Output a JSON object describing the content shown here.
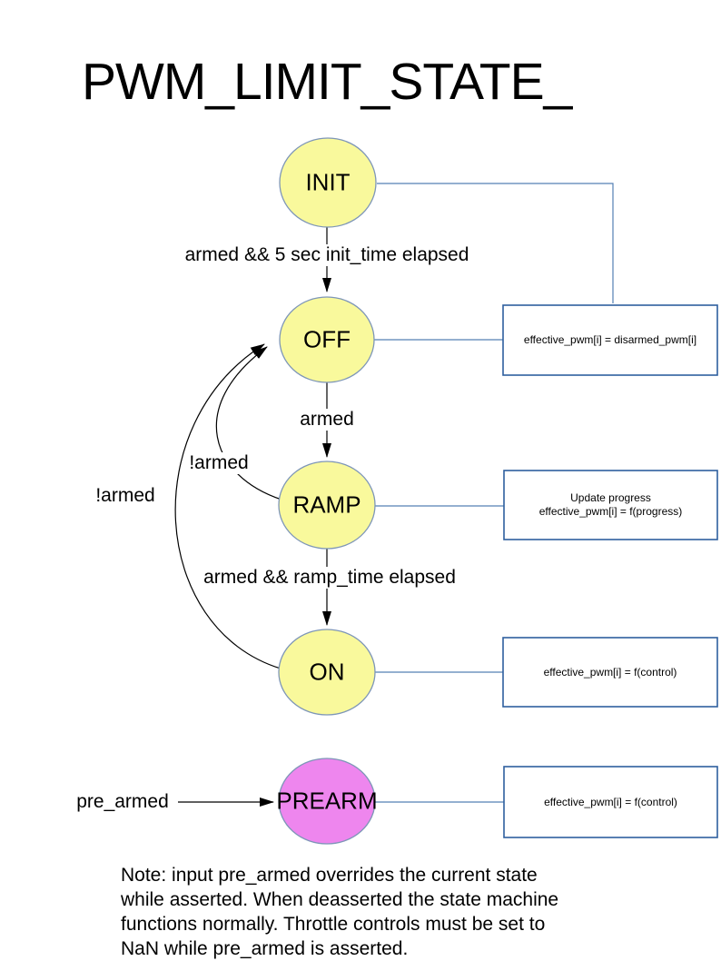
{
  "title": "PWM_LIMIT_STATE_",
  "colors": {
    "state_fill": "#F9F99C",
    "state_border": "#7E96B8",
    "prearm_fill": "#EE86EE",
    "box_border": "#2E5F9E",
    "connector_blue": "#5580B3",
    "arrow_black": "#000000"
  },
  "states": {
    "init": {
      "label": "INIT"
    },
    "off": {
      "label": "OFF"
    },
    "ramp": {
      "label": "RAMP"
    },
    "on": {
      "label": "ON"
    },
    "prearm": {
      "label": "PREARM"
    }
  },
  "transitions": {
    "init_to_off": {
      "label": "armed && 5 sec init_time elapsed"
    },
    "off_to_ramp": {
      "label": "armed"
    },
    "ramp_to_on": {
      "label": "armed && ramp_time elapsed"
    },
    "ramp_to_off": {
      "label": "!armed"
    },
    "on_to_off": {
      "label": "!armed"
    },
    "prearm_input": {
      "label": "pre_armed"
    }
  },
  "actions": {
    "off": {
      "text": "effective_pwm[i] = disarmed_pwm[i]"
    },
    "ramp": {
      "line1": "Update progress",
      "line2": "effective_pwm[i] = f(progress)"
    },
    "on": {
      "text": "effective_pwm[i] = f(control)"
    },
    "prearm": {
      "text": "effective_pwm[i] = f(control)"
    }
  },
  "note": {
    "line1": "Note: input pre_armed overrides the current state",
    "line2": "while asserted. When deasserted the state machine",
    "line3": "functions normally. Throttle controls must be set to",
    "line4": "NaN while pre_armed is asserted."
  }
}
